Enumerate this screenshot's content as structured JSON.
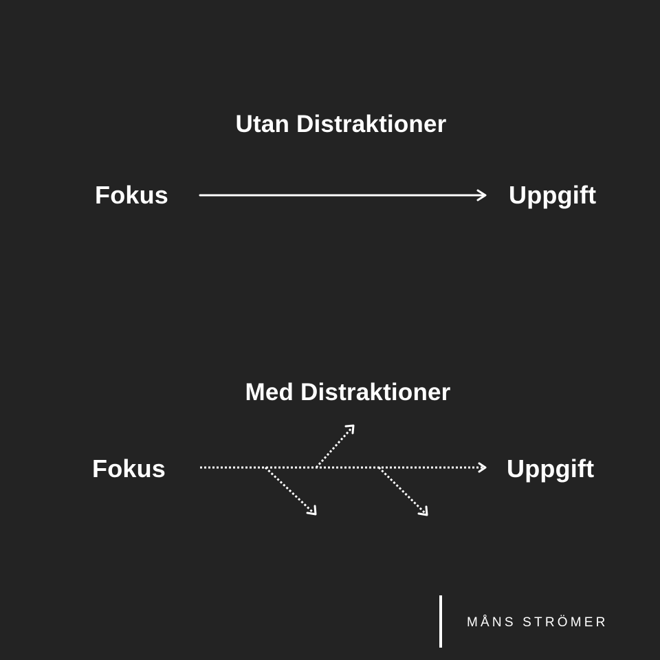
{
  "top_section": {
    "title": "Utan Distraktioner",
    "from_label": "Fokus",
    "to_label": "Uppgift"
  },
  "bottom_section": {
    "title": "Med Distraktioner",
    "from_label": "Fokus",
    "to_label": "Uppgift"
  },
  "signature": "MÅNS STRÖMER",
  "colors": {
    "background": "#232323",
    "foreground": "#ffffff"
  }
}
